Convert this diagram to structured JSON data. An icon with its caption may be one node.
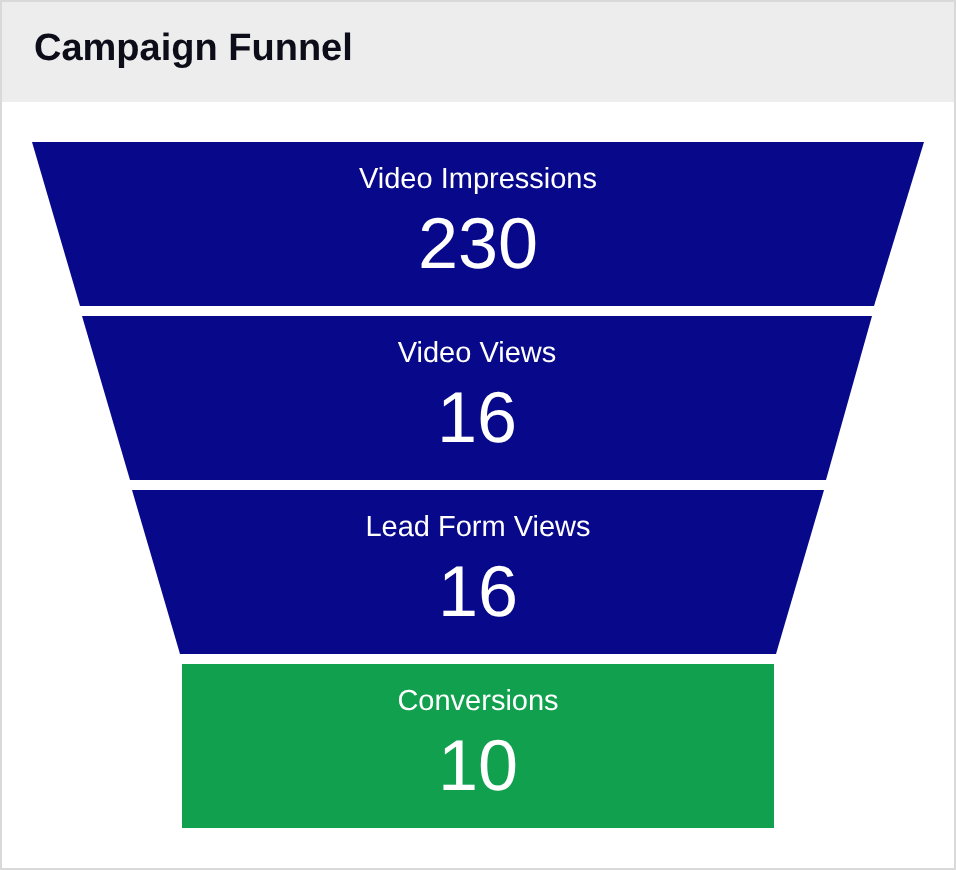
{
  "diagram": {
    "title": "Campaign Funnel",
    "nodes": [
      {
        "text": [
          "Video Impressions",
          "230"
        ]
      },
      {
        "text": [
          "Video Views",
          "16"
        ]
      },
      {
        "text": [
          "Lead Form Views",
          "16"
        ]
      },
      {
        "text": [
          "Conversions",
          "10"
        ]
      }
    ]
  }
}
